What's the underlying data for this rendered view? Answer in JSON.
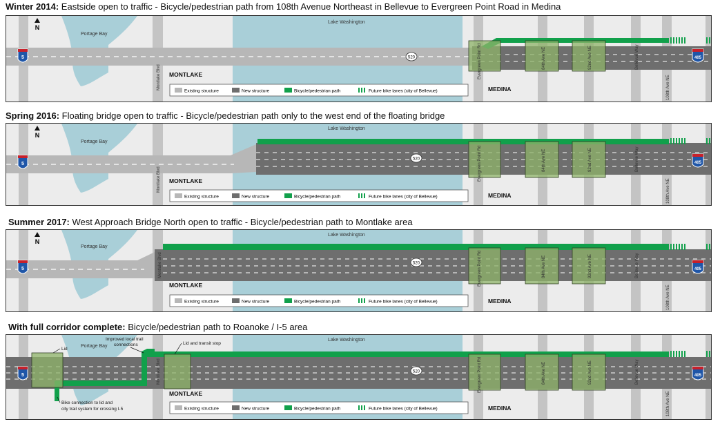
{
  "panels": [
    {
      "title_bold": "Winter 2014:",
      "title_rest": " Eastside open to traffic - Bicycle/pedestrian path from 108th Avenue Northeast in Bellevue to Evergreen Point Road in Medina"
    },
    {
      "title_bold": "Spring 2016:",
      "title_rest": " Floating bridge open to traffic - Bicycle/pedestrian path only to the west end of the floating bridge"
    },
    {
      "title_bold": "Summer 2017:",
      "title_rest": " West Approach Bridge North open to traffic - Bicycle/pedestrian path to Montlake area"
    },
    {
      "title_bold": "With full corridor complete:",
      "title_rest": " Bicycle/pedestrian path to Roanoke / I-5 area"
    }
  ],
  "labels": {
    "north": "N",
    "portage_bay": "Portage Bay",
    "lake_washington": "Lake Washington",
    "montlake": "MONTLAKE",
    "medina": "MEDINA",
    "montlake_blvd": "Montlake Blvd",
    "evergreen_point_rd": "Evergreen Point Rd",
    "ave_84th": "84th Ave NE",
    "ave_92nd": "92nd Ave NE",
    "bellevue_way": "Bellevue Way",
    "ave_108th": "108th Ave NE",
    "sr520": "520",
    "i5": "5",
    "i405": "405"
  },
  "legend": {
    "existing": "Existing structure",
    "new": "New structure",
    "bike_path": "Bicycle/pedestrian path",
    "future_bike": "Future bike lanes (city of Bellevue)"
  },
  "annotations": {
    "lid": "Lid",
    "improved_trail_1": "Improved local trail",
    "improved_trail_2": "connections",
    "lid_transit": "Lid and transit stop",
    "bike_conn_1": "Bike connection to lid and",
    "bike_conn_2": "city trail system for crossing I-5"
  },
  "colors": {
    "water": "#a9cfd8",
    "land": "#ececec",
    "existing_road": "#b7b7b7",
    "new_road": "#6e6e6e",
    "bike_path": "#11a04b",
    "lid": "#8fb46a",
    "cross_street": "#c4c4c4"
  }
}
